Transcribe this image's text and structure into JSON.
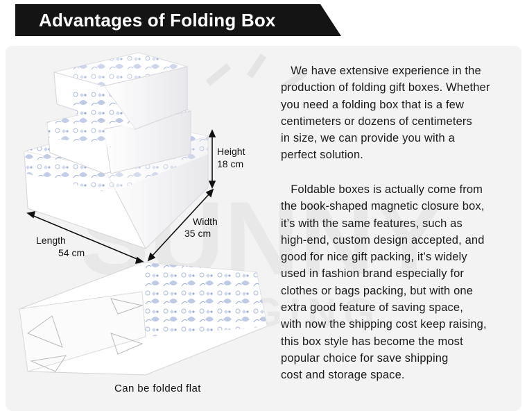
{
  "header": {
    "title": "Advantages of Folding Box"
  },
  "dimensions": {
    "height_label": "Height",
    "height_value": "18 cm",
    "width_label": "Width",
    "width_value": "35 cm",
    "length_label": "Length",
    "length_value": "54 cm"
  },
  "caption": "Can be folded flat",
  "watermark": {
    "brand": "SUNNY",
    "sub": "PACKAGING"
  },
  "paragraph1": [
    "   We have extensive experience in the",
    "production of folding gift boxes. Whether",
    "you need a folding box that is a few",
    "centimeters or dozens of centimeters",
    "in size, we can provide you with a",
    "perfect solution."
  ],
  "paragraph2": [
    "   Foldable boxes is actually come from",
    "the book-shaped magnetic closure box,",
    "it’s with the same features, such as",
    "high-end, custom design accepted, and",
    "good for nice gift packing, it’s widely",
    "used in fashion brand especially for",
    "clothes or bags packing, but with one",
    "extra good feature of saving space,",
    "with now the shipping cost keep raising,",
    "this box style has become the most",
    "popular choice for save shipping",
    "cost and storage space."
  ],
  "colors": {
    "header_bg": "#141414",
    "panel_bg": "#f3f3f3",
    "floral_blue": "#8ea3cf"
  }
}
